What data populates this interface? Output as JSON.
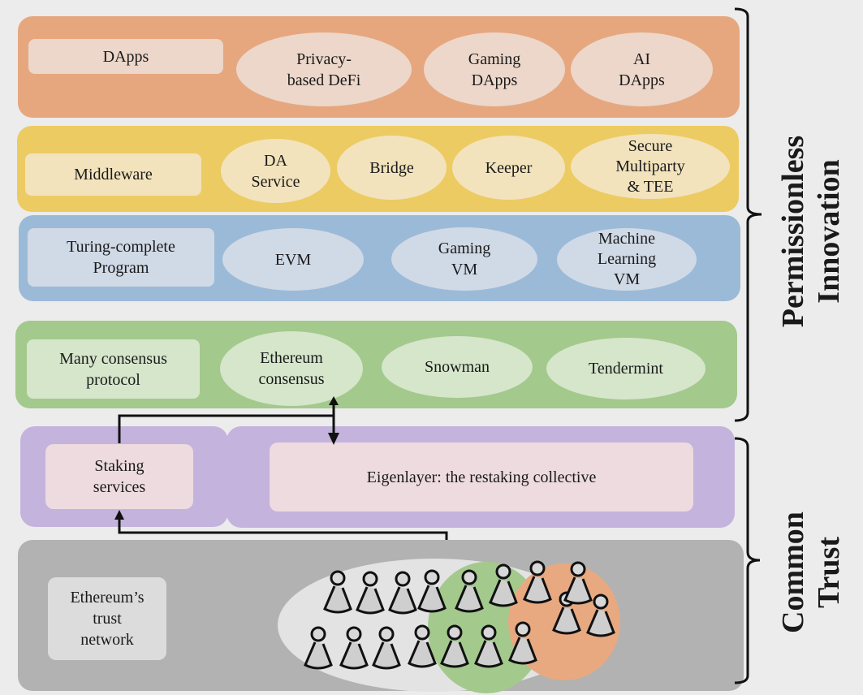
{
  "colors": {
    "background": "#ececec",
    "dapps_layer": "#e6a77f",
    "dapps_item": "#ecd7ca",
    "middleware_layer": "#edcb63",
    "middleware_item": "#f2e3bd",
    "vm_layer": "#9bbad8",
    "vm_item": "#d0d9e6",
    "consensus_layer": "#a3c98c",
    "consensus_item": "#d5e6cb",
    "restaking_layer": "#c4b3dc",
    "restaking_item": "#eddbe0",
    "trust_layer": "#b2b2b2",
    "trust_item": "#dcdcdc",
    "trust_ellipse": "#e3e3e3",
    "green_group": "#a3c98c",
    "orange_group": "#e8a981",
    "arrow": "#111111"
  },
  "layers": {
    "dapps": {
      "label": "DApps",
      "items": [
        "Privacy-\nbased DeFi",
        "Gaming\nDApps",
        "AI\nDApps"
      ]
    },
    "middleware": {
      "label": "Middleware",
      "items": [
        "DA\nService",
        "Bridge",
        "Keeper",
        "Secure\nMultiparty\n& TEE"
      ]
    },
    "execution": {
      "label": "Turing-complete\nProgram",
      "items": [
        "EVM",
        "Gaming\nVM",
        "Machine\nLearning\nVM"
      ]
    },
    "consensus": {
      "label": "Many consensus\nprotocol",
      "items": [
        "Ethereum\nconsensus",
        "Snowman",
        "Tendermint"
      ]
    },
    "restaking": {
      "staking_label": "Staking\nservices",
      "eigenlayer_label": "Eigenlayer: the restaking collective"
    },
    "trust": {
      "label": "Ethereum’s\ntrust\nnetwork",
      "validator_count": 17
    }
  },
  "brackets": {
    "top": "Permissionless\nInnovation",
    "bottom": "Common\nTrust"
  }
}
